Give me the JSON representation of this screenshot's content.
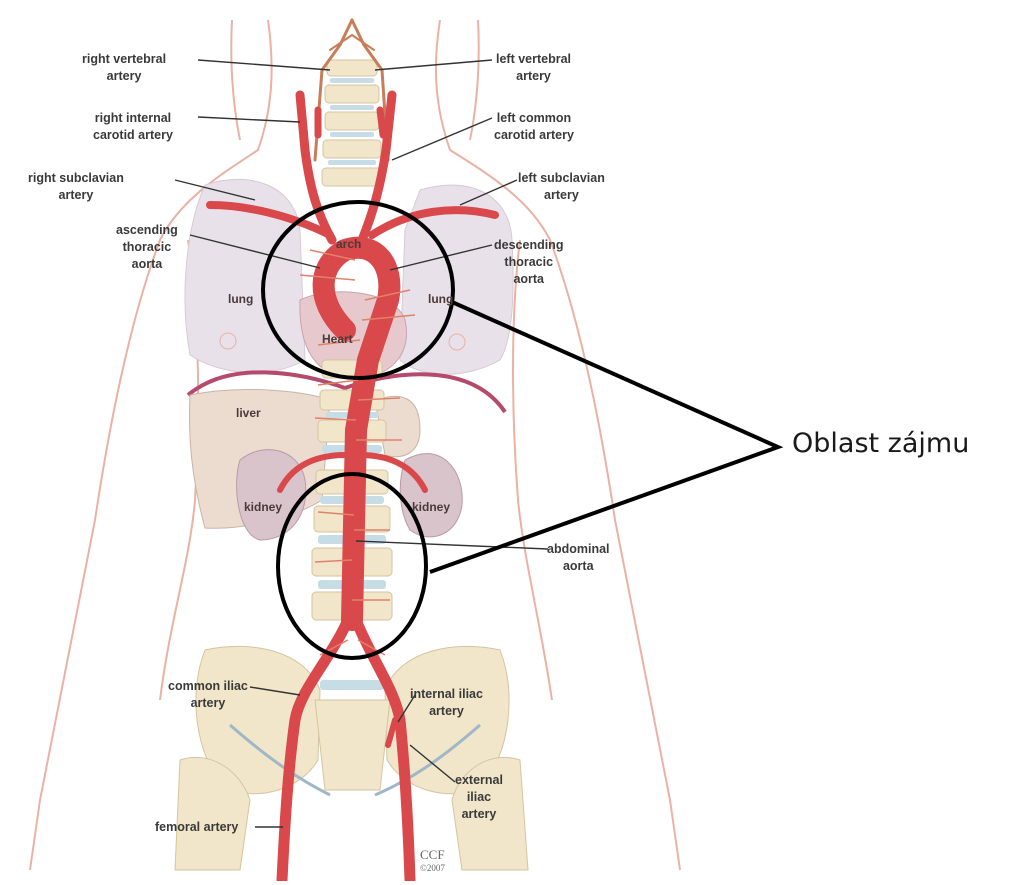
{
  "labels": {
    "right_vertebral": [
      "right vertebral",
      "artery"
    ],
    "left_vertebral": [
      "left vertebral",
      "artery"
    ],
    "right_internal_carotid": [
      "right internal",
      "carotid artery"
    ],
    "left_common_carotid": [
      "left common",
      "carotid artery"
    ],
    "right_subclavian": [
      "right subclavian",
      "artery"
    ],
    "left_subclavian": [
      "left subclavian",
      "artery"
    ],
    "ascending_thoracic": [
      "ascending",
      "thoracic",
      "aorta"
    ],
    "descending_thoracic": [
      "descending",
      "thoracic",
      "aorta"
    ],
    "abdominal_aorta": [
      "abdominal",
      "aorta"
    ],
    "common_iliac": [
      "common iliac",
      "artery"
    ],
    "internal_iliac": [
      "internal iliac",
      "artery"
    ],
    "external_iliac": [
      "external",
      "iliac",
      "artery"
    ],
    "femoral": "femoral artery"
  },
  "organs": {
    "arch": "arch",
    "lung_left": "lung",
    "lung_right": "lung",
    "heart": "Heart",
    "liver": "liver",
    "kidney_left": "kidney",
    "kidney_right": "kidney"
  },
  "callout": "Oblast zájmu",
  "credit": [
    "CCF",
    "©2007"
  ],
  "colors": {
    "outline": "#e9b2a5",
    "artery": "#d9484a",
    "artery_dark": "#a82a2d",
    "lung": "#e8e1ea",
    "liver": "#ecdcd0",
    "kidney": "#d9c4cc",
    "bone": "#f1e6c9",
    "disc": "#c7dde6",
    "circle": "#000000"
  }
}
